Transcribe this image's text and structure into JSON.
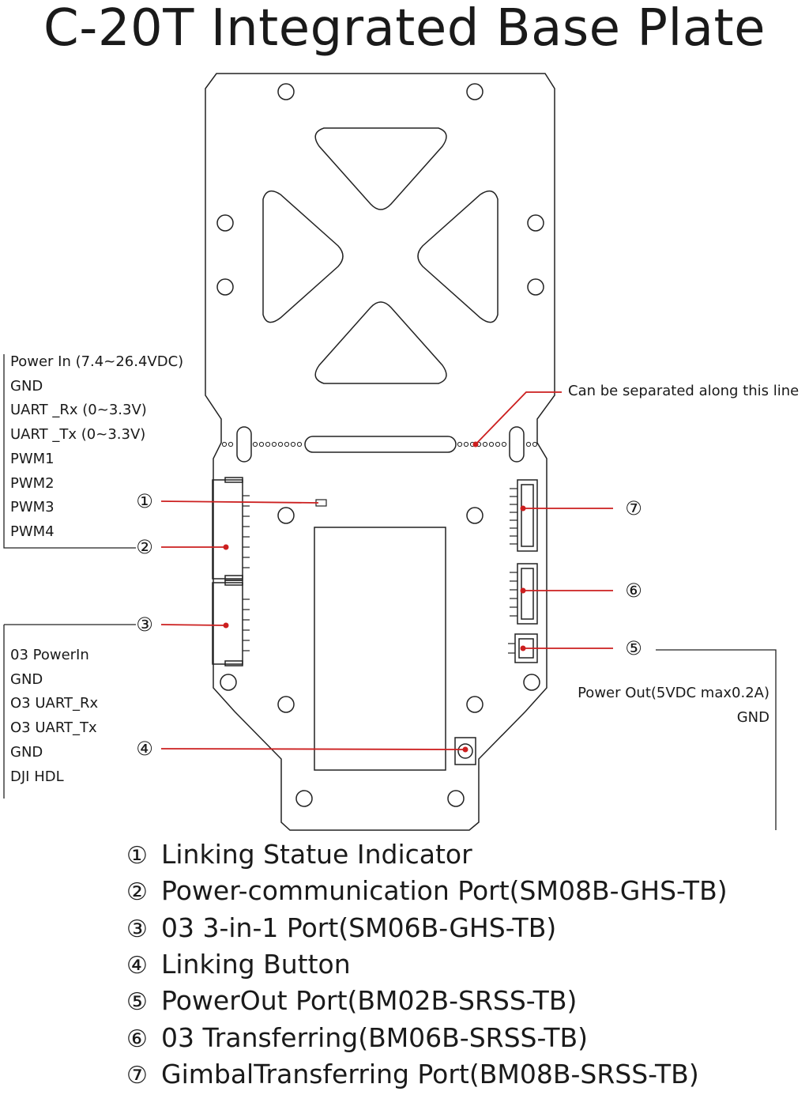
{
  "title": "C-20T Integrated Base Plate",
  "port2_pins": [
    "Power In (7.4~26.4VDC)",
    "GND",
    "UART _Rx (0~3.3V)",
    "UART _Tx (0~3.3V)",
    "PWM1",
    "PWM2",
    "PWM3",
    "PWM4"
  ],
  "port3_pins": [
    "03 PowerIn",
    "GND",
    "O3 UART_Rx",
    "O3 UART_Tx",
    "GND",
    "DJI HDL"
  ],
  "port5_pins": [
    "Power Out(5VDC max0.2A)",
    "GND"
  ],
  "separation_note": "Can be separated along this line",
  "markers": {
    "m1": "①",
    "m2": "②",
    "m3": "③",
    "m4": "④",
    "m5": "⑤",
    "m6": "⑥",
    "m7": "⑦"
  },
  "legend": [
    {
      "num": "①",
      "text": "Linking Statue Indicator"
    },
    {
      "num": "②",
      "text": "Power-communication Port(SM08B-GHS-TB)"
    },
    {
      "num": "③",
      "text": "03 3-in-1 Port(SM06B-GHS-TB)"
    },
    {
      "num": "④",
      "text": "Linking Button"
    },
    {
      "num": "⑤",
      "text": "PowerOut Port(BM02B-SRSS-TB)"
    },
    {
      "num": "⑥",
      "text": "03 Transferring(BM06B-SRSS-TB)"
    },
    {
      "num": "⑦",
      "text": "GimbalTransferring Port(BM08B-SRSS-TB)"
    }
  ],
  "colors": {
    "line": "#222222",
    "accent": "#cc1f1f"
  }
}
